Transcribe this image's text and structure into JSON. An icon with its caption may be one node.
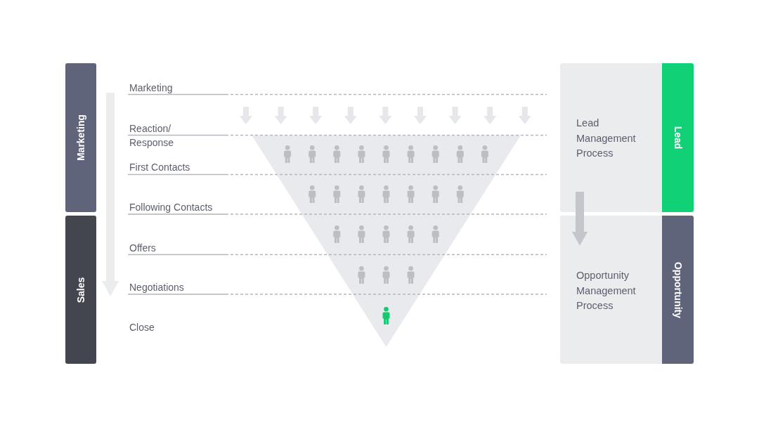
{
  "diagram": {
    "nodes": [
      {
        "text": [
          "Marketing"
        ]
      },
      {
        "text": [
          "Sales"
        ]
      },
      {
        "text": [
          "Lead Management Process"
        ]
      },
      {
        "text": [
          "Lead"
        ]
      },
      {
        "text": [
          "Opportunity Management Process"
        ]
      },
      {
        "text": [
          "Opportunity"
        ]
      }
    ],
    "edges": [
      {
        "from": 2,
        "to": 4,
        "arrow": "to"
      }
    ],
    "labels": [
      "Marketing",
      "Reaction/ Response",
      "First Contacts",
      "Following Contacts",
      "Offers",
      "Negotiations",
      "Close"
    ]
  }
}
